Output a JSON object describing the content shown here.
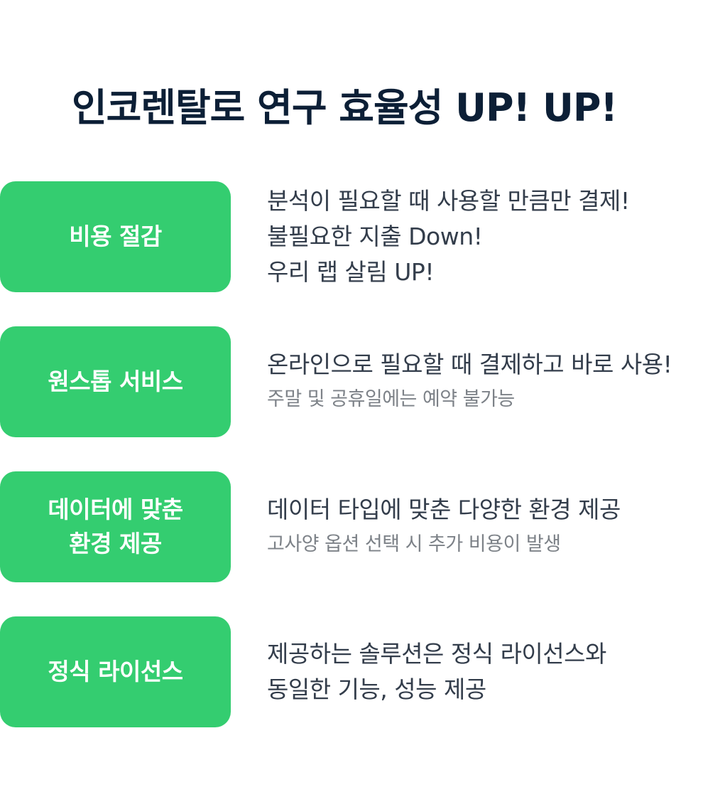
{
  "title": "인코렌탈로 연구 효율성 UP! UP!",
  "features": [
    {
      "badge_lines": [
        "비용 절감"
      ],
      "lines": [
        "분석이 필요할 때 사용할 만큼만 결제!",
        "불필요한 지출 Down!",
        "우리 랩 살림 UP!"
      ],
      "note": ""
    },
    {
      "badge_lines": [
        "원스톱 서비스"
      ],
      "lines": [
        "온라인으로 필요할 때 결제하고 바로 사용!"
      ],
      "note": "주말 및 공휴일에는 예약 불가능"
    },
    {
      "badge_lines": [
        "데이터에 맞춘",
        "환경 제공"
      ],
      "lines": [
        "데이터 타입에 맞춘 다양한 환경 제공"
      ],
      "note": "고사양 옵션 선택 시 추가 비용이 발생"
    },
    {
      "badge_lines": [
        "정식 라이선스"
      ],
      "lines": [
        "제공하는 솔루션은 정식 라이선스와",
        "동일한 기능, 성능 제공"
      ],
      "note": ""
    }
  ],
  "colors": {
    "accent": "#34cd70",
    "title": "#0c1f36",
    "body_text": "#333d4b",
    "note_text": "#7d8288"
  }
}
